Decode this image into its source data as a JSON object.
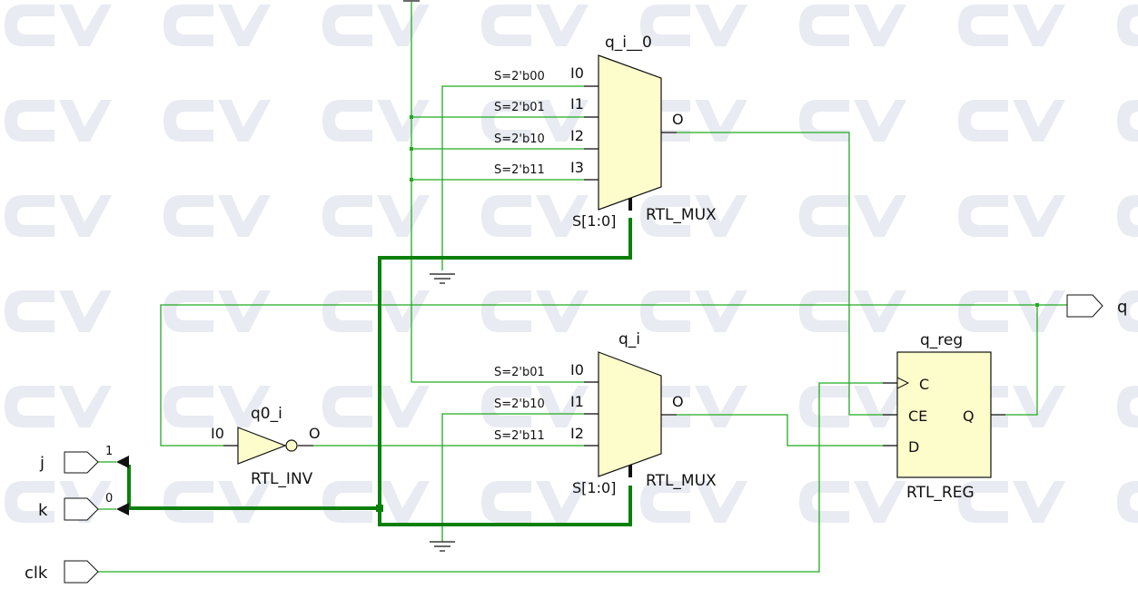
{
  "watermark": {
    "text": "CV",
    "color": "#e8ebf1"
  },
  "colors": {
    "wire": "#22aa22",
    "bus": "#0a800a",
    "cell_fill": "#fdfdcc",
    "outline": "#111111"
  },
  "ports": {
    "inputs": [
      {
        "name": "j",
        "bit_label": "1"
      },
      {
        "name": "k",
        "bit_label": "0"
      },
      {
        "name": "clk"
      }
    ],
    "outputs": [
      {
        "name": "q"
      }
    ]
  },
  "cells": {
    "mux_top": {
      "instance": "q_i__0",
      "type": "RTL_MUX",
      "select_pin": "S[1:0]",
      "output_pin": "O",
      "inputs": [
        {
          "pin": "I0",
          "select": "S=2'b00"
        },
        {
          "pin": "I1",
          "select": "S=2'b01"
        },
        {
          "pin": "I2",
          "select": "S=2'b10"
        },
        {
          "pin": "I3",
          "select": "S=2'b11"
        }
      ]
    },
    "mux_bottom": {
      "instance": "q_i",
      "type": "RTL_MUX",
      "select_pin": "S[1:0]",
      "output_pin": "O",
      "inputs": [
        {
          "pin": "I0",
          "select": "S=2'b01"
        },
        {
          "pin": "I1",
          "select": "S=2'b10"
        },
        {
          "pin": "I2",
          "select": "S=2'b11"
        }
      ]
    },
    "inverter": {
      "instance": "q0_i",
      "type": "RTL_INV",
      "input_pin": "I0",
      "output_pin": "O"
    },
    "register": {
      "instance": "q_reg",
      "type": "RTL_REG",
      "pins": [
        "C",
        "CE",
        "D",
        "Q"
      ]
    }
  }
}
